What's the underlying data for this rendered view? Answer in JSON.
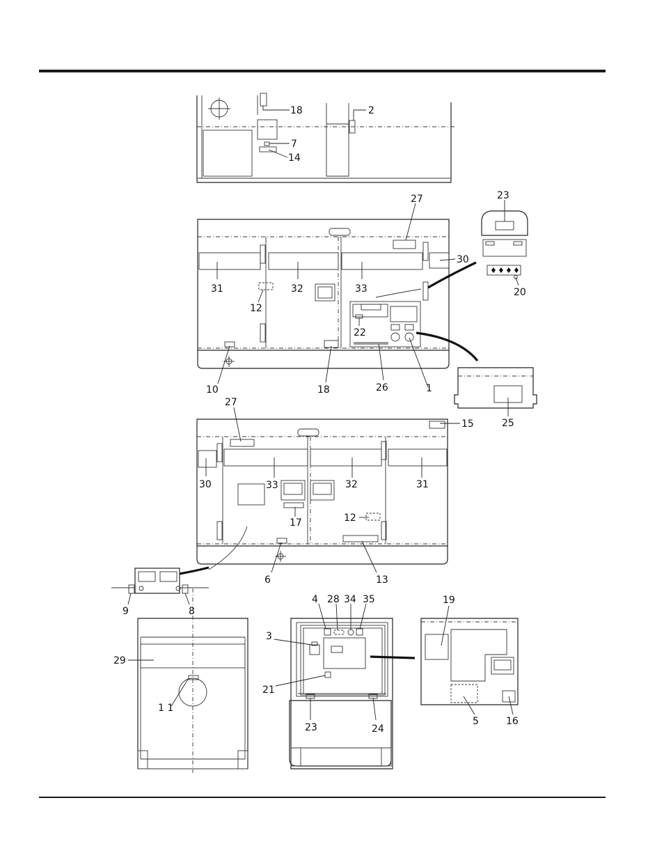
{
  "document": {
    "type": "parts location diagram",
    "callouts": {
      "c1": "1",
      "c2": "2",
      "c3": "3",
      "c4": "4",
      "c5": "5",
      "c6": "6",
      "c7": "7",
      "c8": "8",
      "c9": "9",
      "c10": "10",
      "c11": "1 1",
      "c12a": "12",
      "c12b": "12",
      "c13": "13",
      "c14": "14",
      "c15": "15",
      "c16": "16",
      "c17": "17",
      "c18a": "18",
      "c18b": "18",
      "c19": "19",
      "c20": "20",
      "c21": "21",
      "c22": "22",
      "c23a": "23",
      "c23b": "23",
      "c24": "24",
      "c25": "25",
      "c26": "26",
      "c27a": "27",
      "c27b": "27",
      "c28": "28",
      "c29": "29",
      "c30a": "30",
      "c30b": "30",
      "c31a": "31",
      "c31b": "31",
      "c32a": "32",
      "c32b": "32",
      "c33a": "33",
      "c33b": "33",
      "c34": "34",
      "c35": "35"
    }
  }
}
